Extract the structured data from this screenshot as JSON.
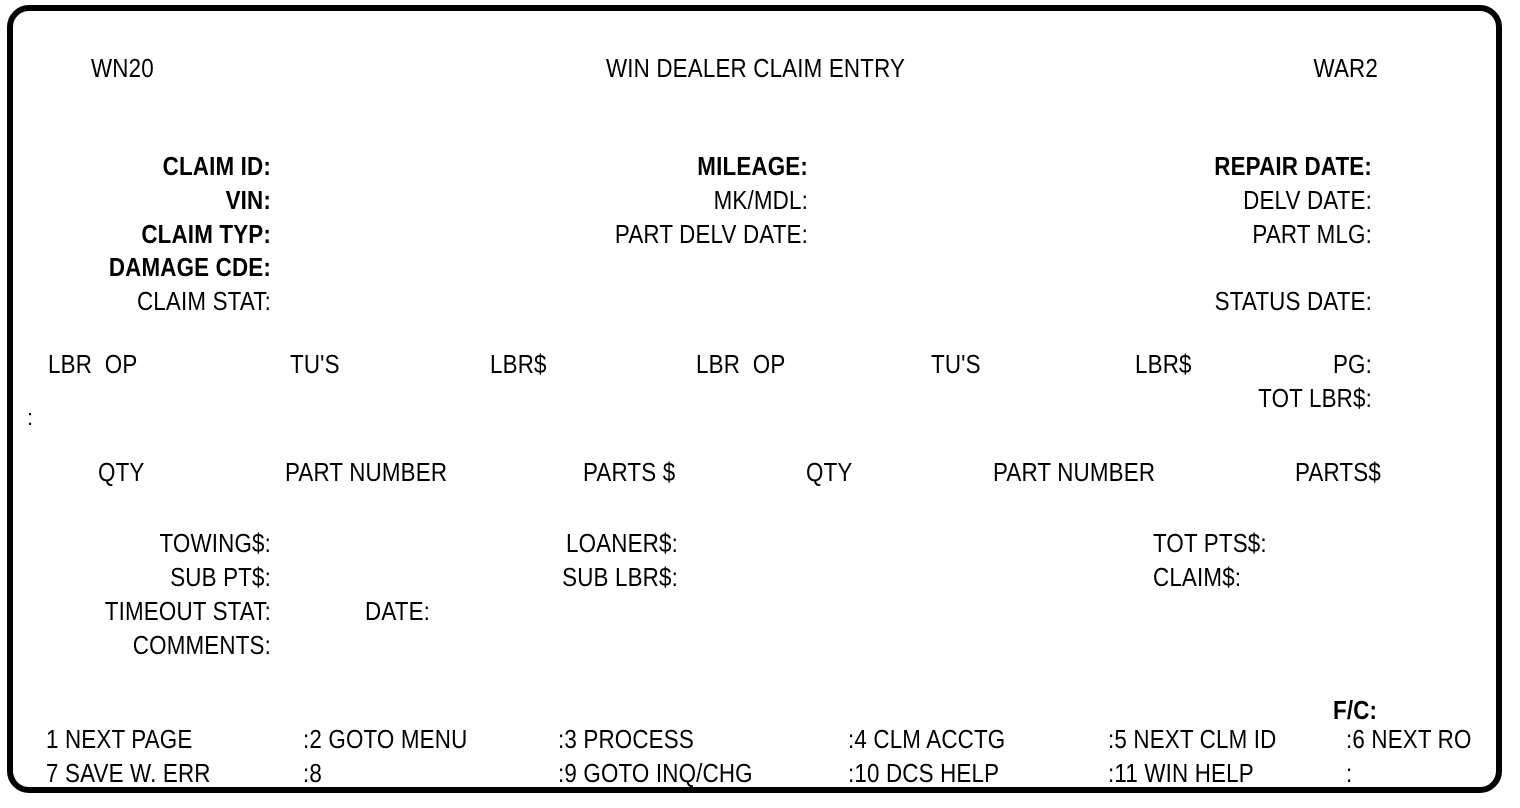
{
  "terminal": {
    "screen_id": "WN20",
    "title": "WIN DEALER CLAIM ENTRY",
    "region_code": "WAR2"
  },
  "claim_header": {
    "left": [
      {
        "label": "CLAIM ID:",
        "bold": true,
        "value": ""
      },
      {
        "label": "VIN:",
        "bold": true,
        "value": ""
      },
      {
        "label": "CLAIM TYP:",
        "bold": true,
        "value": ""
      },
      {
        "label": "DAMAGE CDE:",
        "bold": true,
        "value": ""
      },
      {
        "label": "CLAIM STAT:",
        "bold": false,
        "value": ""
      }
    ],
    "middle": [
      {
        "label": "MILEAGE:",
        "bold": true,
        "value": ""
      },
      {
        "label": "MK/MDL:",
        "bold": false,
        "value": ""
      },
      {
        "label": "PART DELV DATE:",
        "bold": false,
        "value": ""
      }
    ],
    "right": [
      {
        "label": "REPAIR DATE:",
        "bold": true,
        "value": ""
      },
      {
        "label": "DELV DATE:",
        "bold": false,
        "value": ""
      },
      {
        "label": "PART MLG:",
        "bold": false,
        "value": ""
      },
      {
        "label": "STATUS DATE:",
        "bold": false,
        "value": ""
      }
    ]
  },
  "labor_section": {
    "group1": {
      "col_lbr_op": "LBR  OP",
      "col_tus": "TU'S",
      "col_lbrs": "LBR$"
    },
    "group2": {
      "col_lbr_op": "LBR  OP",
      "col_tus": "TU'S",
      "col_lbrs": "LBR$"
    },
    "page_label": "PG:",
    "total_labor_label": "TOT LBR$:"
  },
  "parts_section": {
    "group1": {
      "col_qty": "QTY",
      "col_part_number": "PART NUMBER",
      "col_parts_dollar": "PARTS $"
    },
    "group2": {
      "col_qty": "QTY",
      "col_part_number": "PART NUMBER",
      "col_parts_dollar": "PARTS$"
    }
  },
  "totals": {
    "towing_label": "TOWING$:",
    "sub_pts_label": "SUB PT$:",
    "timeout_stat_label": "TIMEOUT STAT:",
    "comments_label": "COMMENTS:",
    "date_label": "DATE:",
    "loaners_label": "LOANER$:",
    "sub_lbrs_label": "SUB LBR$:",
    "tot_pts_label": "TOT PTS$:",
    "claims_label": "CLAIM$:",
    "fc_label": "F/C:"
  },
  "function_keys": {
    "row1": [
      {
        "text": "1 NEXT PAGE"
      },
      {
        "text": ":2 GOTO MENU"
      },
      {
        "text": ":3 PROCESS"
      },
      {
        "text": ":4 CLM ACCTG"
      },
      {
        "text": ":5 NEXT CLM ID"
      },
      {
        "text": ":6 NEXT RO"
      }
    ],
    "row2": [
      {
        "text": "7 SAVE W. ERR"
      },
      {
        "text": ":8"
      },
      {
        "text": ":9 GOTO INQ/CHG"
      },
      {
        "text": ":10 DCS HELP"
      },
      {
        "text": ":11 WIN HELP"
      },
      {
        "text": ":"
      }
    ]
  },
  "colors": {
    "foreground": "#000000",
    "background": "#ffffff"
  }
}
